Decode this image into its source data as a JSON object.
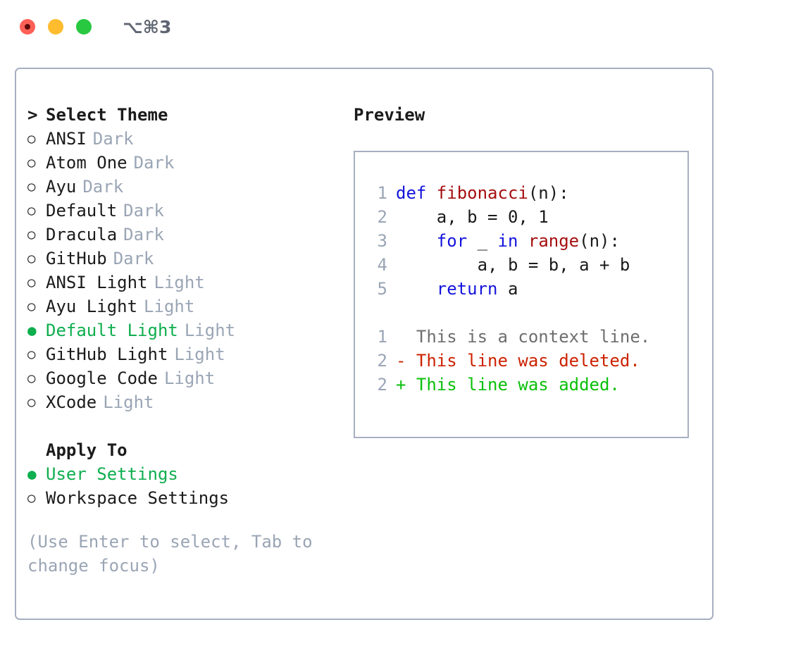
{
  "window": {
    "shortcut": "⌥⌘3",
    "traffic_lights": [
      {
        "name": "close",
        "color": "#ff5f57"
      },
      {
        "name": "minimize",
        "color": "#febc2e"
      },
      {
        "name": "maximize",
        "color": "#28c840"
      }
    ]
  },
  "colors": {
    "selected_green": "#0fae4e",
    "diff_add_green": "#0ac00a",
    "diff_del_red": "#cc2200",
    "keyword_blue": "#1414dc",
    "function_red": "#a50f0f",
    "muted_grey": "#9aa5b5",
    "border": "#a6afc0"
  },
  "theme_section": {
    "caret": ">",
    "title": "Select Theme",
    "items": [
      {
        "label": "ANSI",
        "suffix": "Dark",
        "selected": false,
        "marker": "○"
      },
      {
        "label": "Atom One",
        "suffix": "Dark",
        "selected": false,
        "marker": "○"
      },
      {
        "label": "Ayu",
        "suffix": "Dark",
        "selected": false,
        "marker": "○"
      },
      {
        "label": "Default",
        "suffix": "Dark",
        "selected": false,
        "marker": "○"
      },
      {
        "label": "Dracula",
        "suffix": "Dark",
        "selected": false,
        "marker": "○"
      },
      {
        "label": "GitHub",
        "suffix": "Dark",
        "selected": false,
        "marker": "○"
      },
      {
        "label": "ANSI Light",
        "suffix": "Light",
        "selected": false,
        "marker": "○"
      },
      {
        "label": "Ayu Light",
        "suffix": "Light",
        "selected": false,
        "marker": "○"
      },
      {
        "label": "Default Light",
        "suffix": "Light",
        "selected": true,
        "marker": "●"
      },
      {
        "label": "GitHub Light",
        "suffix": "Light",
        "selected": false,
        "marker": "○"
      },
      {
        "label": "Google Code",
        "suffix": "Light",
        "selected": false,
        "marker": "○"
      },
      {
        "label": "XCode",
        "suffix": "Light",
        "selected": false,
        "marker": "○"
      }
    ]
  },
  "apply_section": {
    "title": "Apply To",
    "items": [
      {
        "label": "User Settings",
        "suffix": "",
        "selected": true,
        "marker": "●"
      },
      {
        "label": "Workspace Settings",
        "suffix": "",
        "selected": false,
        "marker": "○"
      }
    ]
  },
  "help": "(Use Enter to select, Tab to change focus)",
  "preview": {
    "title": "Preview",
    "code_lines": [
      {
        "num": "1",
        "tokens": [
          {
            "t": "def ",
            "c": "kw"
          },
          {
            "t": "fibonacci",
            "c": "fn"
          },
          {
            "t": "(n):",
            "c": "plain"
          }
        ]
      },
      {
        "num": "2",
        "tokens": [
          {
            "t": "    a, b = 0, 1",
            "c": "plain"
          }
        ]
      },
      {
        "num": "3",
        "tokens": [
          {
            "t": "    ",
            "c": "plain"
          },
          {
            "t": "for",
            "c": "kw"
          },
          {
            "t": " _ ",
            "c": "plain"
          },
          {
            "t": "in",
            "c": "kw"
          },
          {
            "t": " ",
            "c": "plain"
          },
          {
            "t": "range",
            "c": "fn"
          },
          {
            "t": "(n):",
            "c": "plain"
          }
        ]
      },
      {
        "num": "4",
        "tokens": [
          {
            "t": "        a, b = b, a + b",
            "c": "plain"
          }
        ]
      },
      {
        "num": "5",
        "tokens": [
          {
            "t": "    ",
            "c": "plain"
          },
          {
            "t": "return",
            "c": "kw"
          },
          {
            "t": " a",
            "c": "plain"
          }
        ]
      }
    ],
    "diff_lines": [
      {
        "num": "1",
        "marker": " ",
        "text": "  This is a context line.",
        "kind": "ctx"
      },
      {
        "num": "2",
        "marker": "-",
        "text": "- This line was deleted.",
        "kind": "del"
      },
      {
        "num": "2",
        "marker": "+",
        "text": "+ This line was added.",
        "kind": "add"
      }
    ]
  }
}
